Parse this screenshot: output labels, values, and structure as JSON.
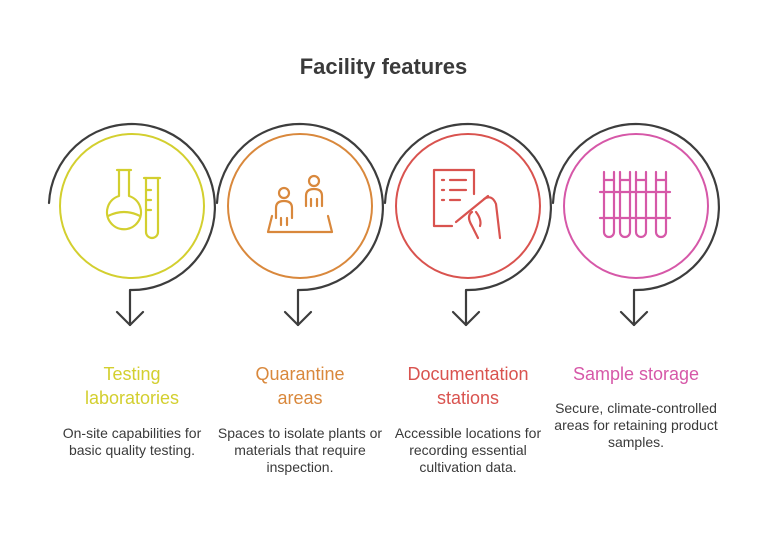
{
  "title": "Facility features",
  "colors": {
    "outline": "#3d3d3d"
  },
  "features": [
    {
      "name": "Testing laboratories",
      "name_lines": [
        "Testing",
        "laboratories"
      ],
      "description": "On-site capabilities for basic quality testing.",
      "color": "#d3cf2f",
      "icon": "flask-test-tube-icon"
    },
    {
      "name": "Quarantine areas",
      "name_lines": [
        "Quarantine",
        "areas"
      ],
      "description": "Spaces to isolate plants or materials that require inspection.",
      "color": "#d9883c",
      "icon": "isolated-people-icon"
    },
    {
      "name": "Documentation stations",
      "name_lines": [
        "Documentation",
        "stations"
      ],
      "description": "Accessible locations for recording essential cultivation data.",
      "color": "#d9534f",
      "icon": "document-writing-icon"
    },
    {
      "name": "Sample storage",
      "name_lines": [
        "Sample storage"
      ],
      "description": "Secure, climate-controlled areas for retaining product samples.",
      "color": "#d658a8",
      "icon": "sample-tubes-icon"
    }
  ]
}
